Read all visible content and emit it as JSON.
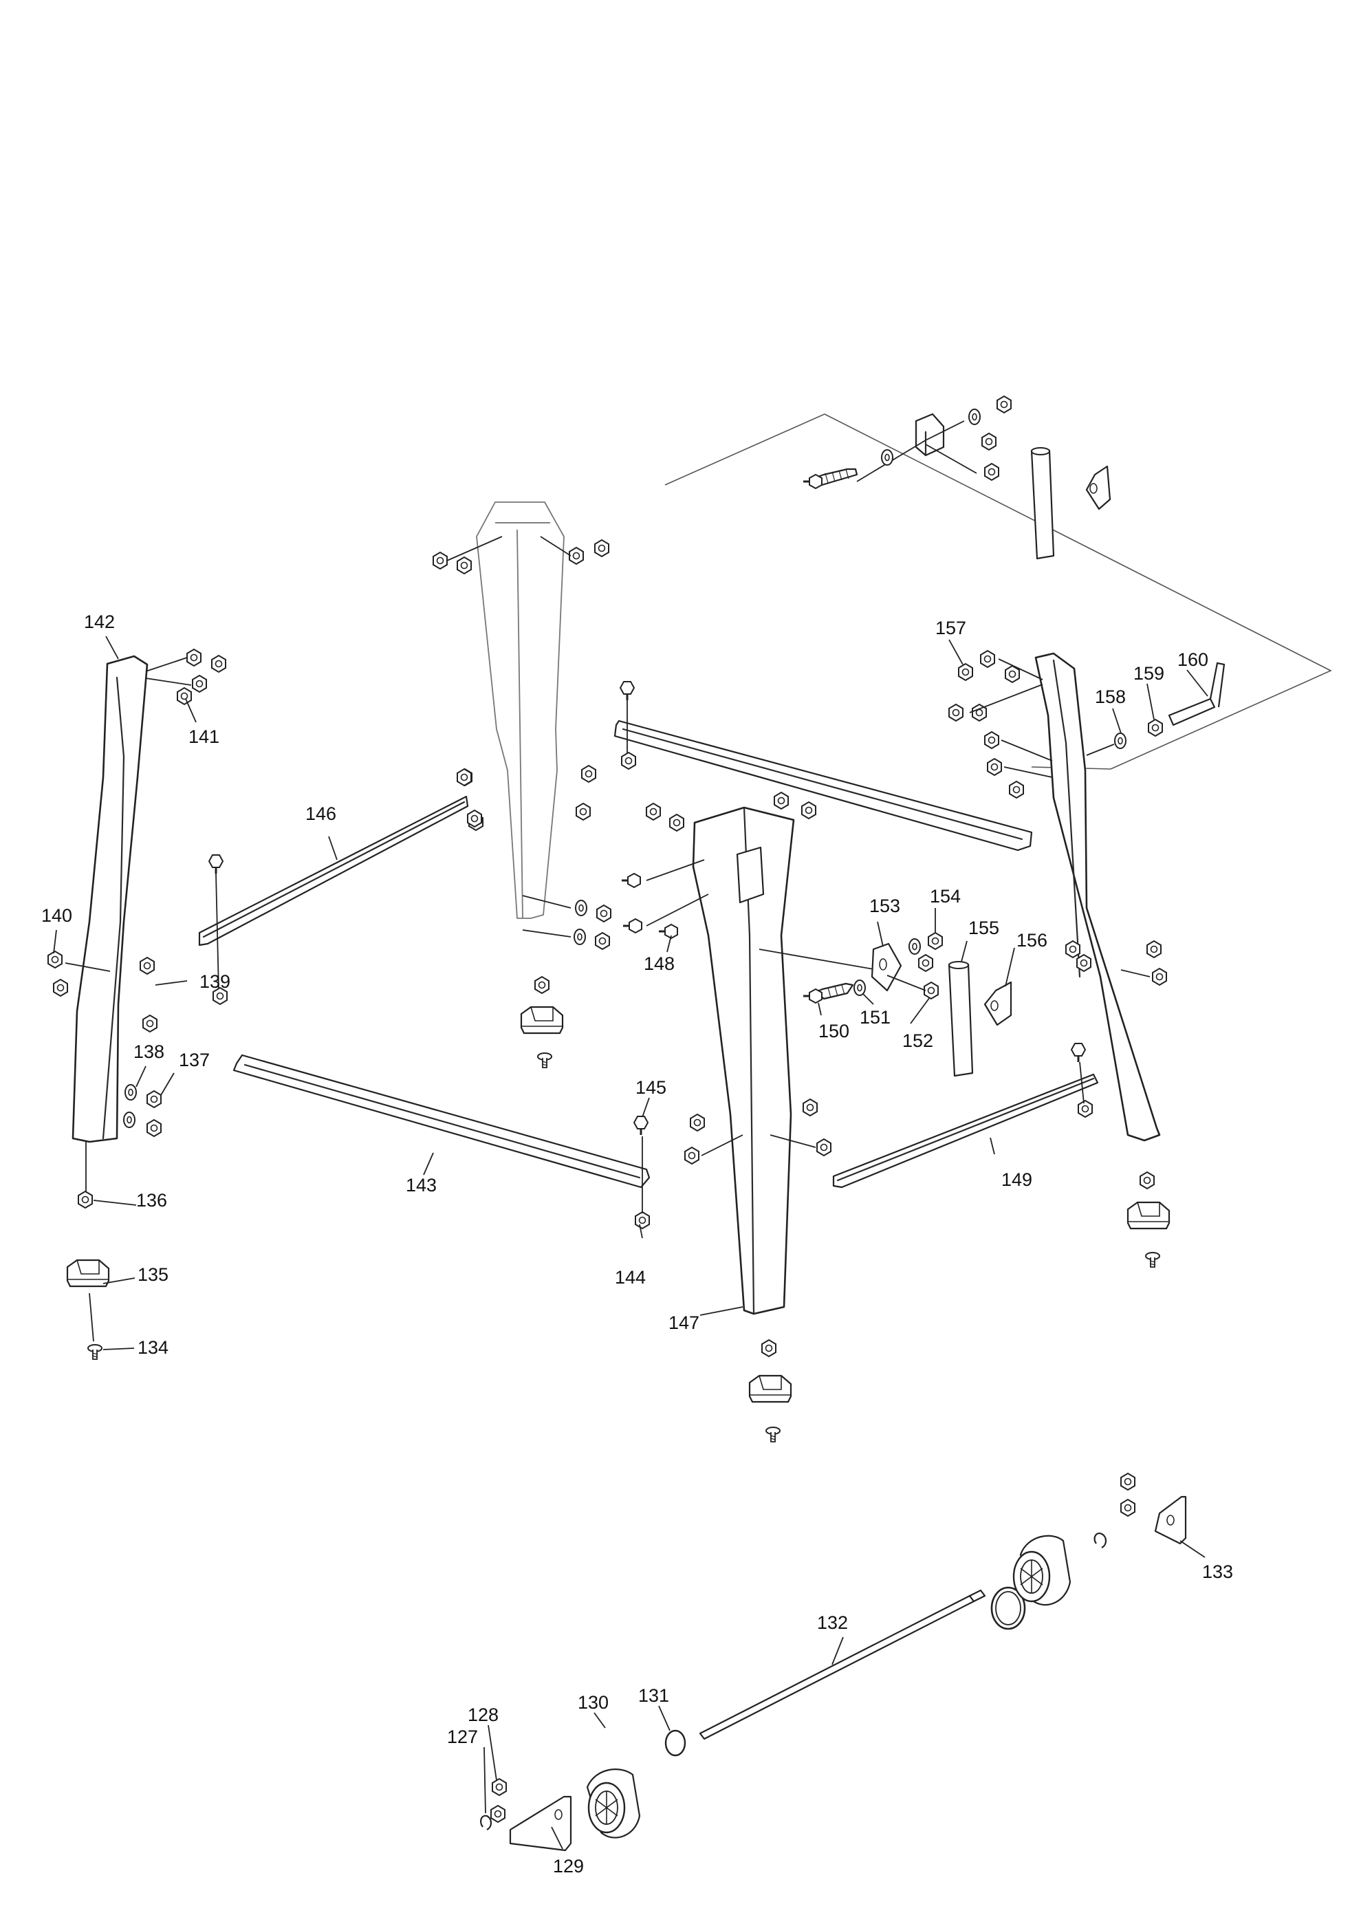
{
  "diagram": {
    "type": "exploded-parts-view",
    "callouts": {
      "c127": "127",
      "c128": "128",
      "c129": "129",
      "c130": "130",
      "c131": "131",
      "c132": "132",
      "c133": "133",
      "c134": "134",
      "c135": "135",
      "c136": "136",
      "c137": "137",
      "c138": "138",
      "c139": "139",
      "c140": "140",
      "c141": "141",
      "c142": "142",
      "c143": "143",
      "c144": "144",
      "c145": "145",
      "c146": "146",
      "c147": "147",
      "c148": "148",
      "c149": "149",
      "c150": "150",
      "c151": "151",
      "c152": "152",
      "c153": "153",
      "c154": "154",
      "c155": "155",
      "c156": "156",
      "c157": "157",
      "c158": "158",
      "c159": "159",
      "c160": "160"
    }
  }
}
